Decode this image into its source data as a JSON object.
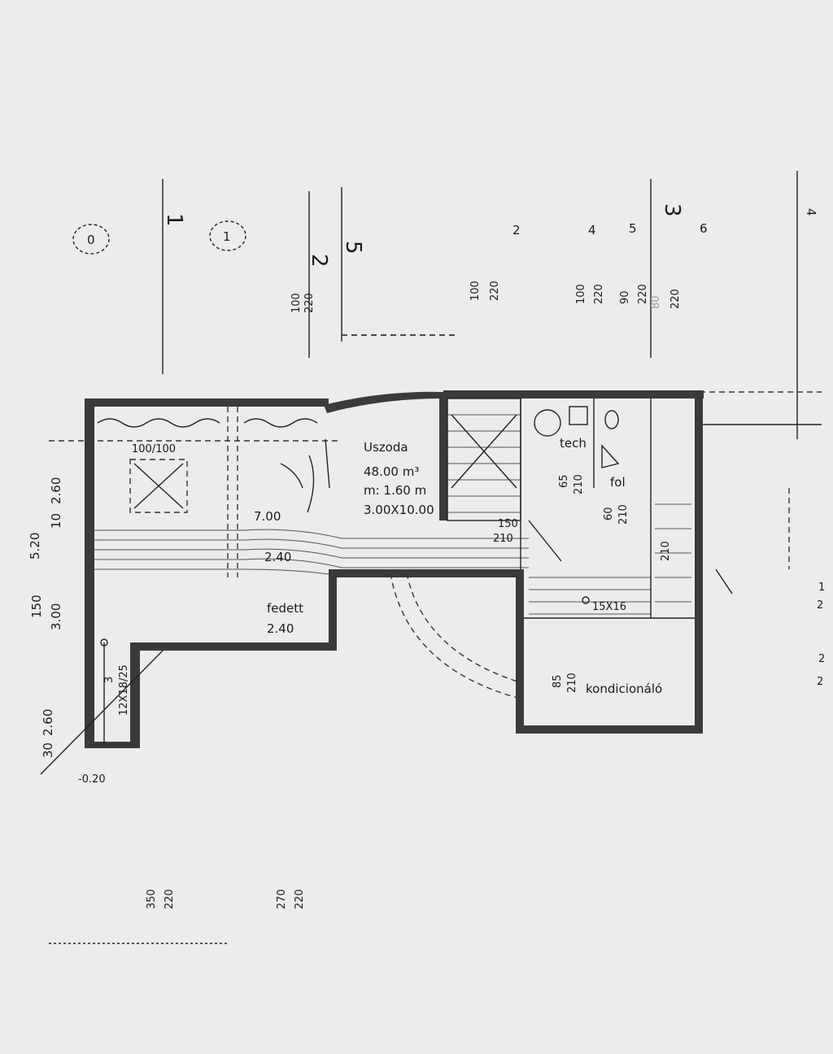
{
  "axes": {
    "circle_0": "0",
    "axis_1": "1",
    "circle_1": "1",
    "axis_2": "2",
    "axis_5": "5",
    "mark_2": "2",
    "mark_4": "4",
    "mark_5": "5",
    "axis_3": "3",
    "mark_6": "6",
    "axis_4": "4"
  },
  "doors_top": [
    {
      "w": "100",
      "h": "220"
    },
    {
      "w": "100",
      "h": "220"
    },
    {
      "w": "100",
      "h": "220"
    },
    {
      "w": "90",
      "h": "220"
    },
    {
      "w": "80",
      "h": "220"
    }
  ],
  "rooms": {
    "pool": {
      "name": "Uszoda",
      "volume": "48.00 m³",
      "depth": "m: 1.60 m",
      "size": "3.00X10.00"
    },
    "pool_len": "7.00",
    "hall_width": "2.40",
    "covered": {
      "name": "fedett",
      "width": "2.40"
    },
    "skylight": "100/100",
    "tech": "tech",
    "wc": "fol",
    "fitness": "kondicionáló"
  },
  "door_dims": {
    "d1": {
      "w": "65",
      "h": "210"
    },
    "d2": {
      "w": "60",
      "h": "210"
    },
    "d3": {
      "w": "150",
      "h": "210"
    },
    "d4": {
      "w": "85",
      "h": "210"
    },
    "d5": "210"
  },
  "stairs": {
    "main": "15X16",
    "side": "12X18/25",
    "step": "3"
  },
  "left_dims": {
    "a": "2.60",
    "b": "10",
    "c": "5.20",
    "d": "3.00",
    "e": "2.60",
    "f": "30",
    "g": "150",
    "level": "-0.20"
  },
  "bottom_dims": [
    {
      "w": "350",
      "h": "220"
    },
    {
      "w": "270",
      "h": "220"
    }
  ],
  "right_marks": [
    "1",
    "2",
    "2",
    "2"
  ]
}
